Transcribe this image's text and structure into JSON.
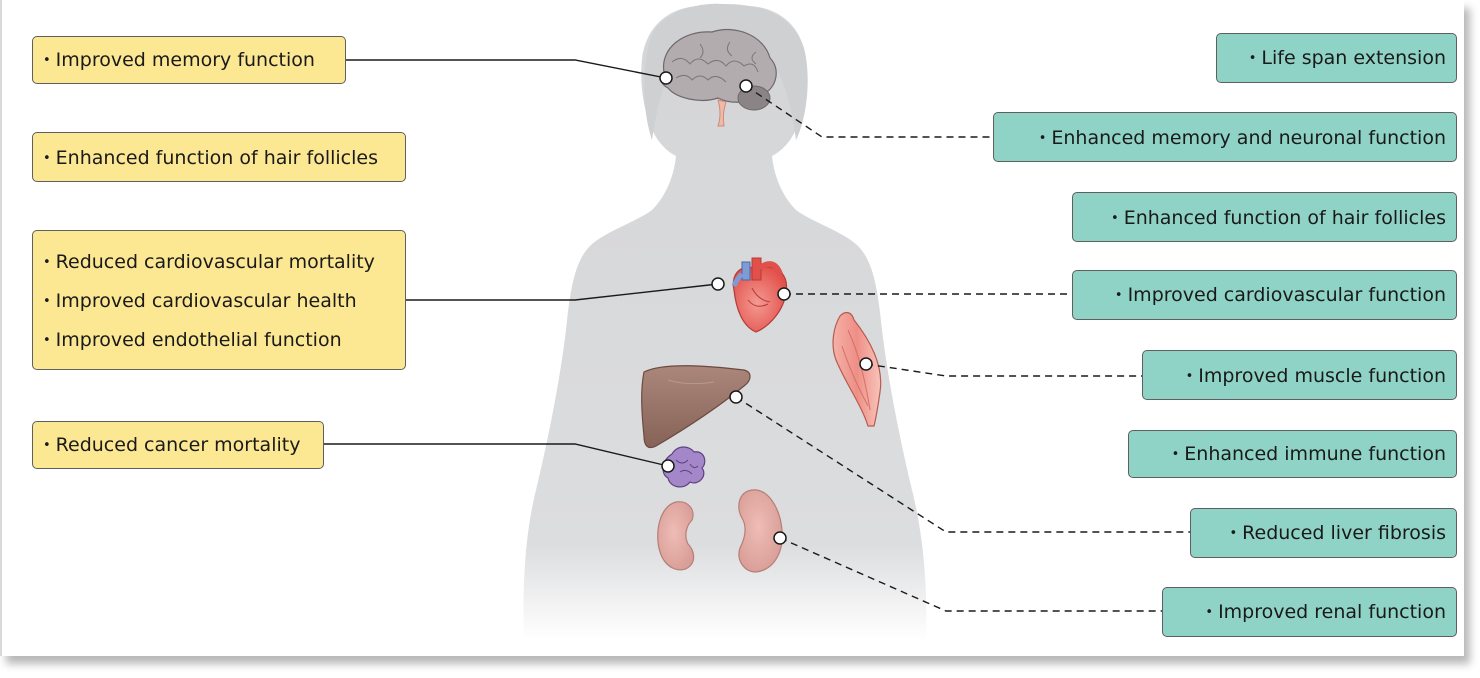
{
  "left_labels": [
    {
      "lines": [
        "Improved memory function"
      ]
    },
    {
      "lines": [
        "Enhanced function of hair follicles"
      ]
    },
    {
      "lines": [
        "Reduced cardiovascular mortality",
        "Improved cardiovascular health",
        "Improved endothelial function"
      ]
    },
    {
      "lines": [
        "Reduced cancer mortality"
      ]
    }
  ],
  "right_labels": [
    {
      "lines": [
        "Life span extension"
      ]
    },
    {
      "lines": [
        "Enhanced memory and neuronal function"
      ]
    },
    {
      "lines": [
        "Enhanced function of hair follicles"
      ]
    },
    {
      "lines": [
        "Improved cardiovascular function"
      ]
    },
    {
      "lines": [
        "Improved muscle function"
      ]
    },
    {
      "lines": [
        "Enhanced immune function"
      ]
    },
    {
      "lines": [
        "Reduced liver fibrosis"
      ]
    },
    {
      "lines": [
        "Improved renal function"
      ]
    }
  ],
  "colors": {
    "left_box": "#fce792",
    "right_box": "#8ed3c5",
    "silhouette": "#d4d5d7",
    "connector": "#1a1a1a"
  },
  "organs": [
    "brain-icon",
    "heart-icon",
    "muscle-icon",
    "liver-icon",
    "lymph-node-icon",
    "kidney-left-icon",
    "kidney-right-icon"
  ]
}
